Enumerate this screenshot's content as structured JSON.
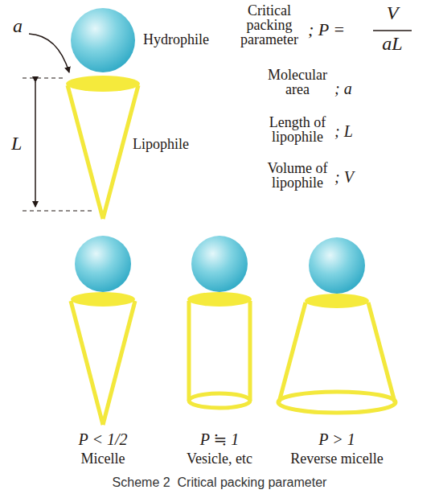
{
  "diagram": {
    "caption": "Scheme 2  Critical packing parameter",
    "labels": [
      "a",
      "Hydrophile",
      "L",
      "Lipophile",
      "Critical packing parameter",
      "; P =",
      "V",
      "aL",
      "Molecular area",
      "; a",
      "Length of lipophile",
      "; L",
      "Volume of lipophile",
      "; V",
      "P < 1/2",
      "Micelle",
      "P ≒ 1",
      "Vesicle, etc",
      "P > 1",
      "Reverse micelle"
    ]
  }
}
